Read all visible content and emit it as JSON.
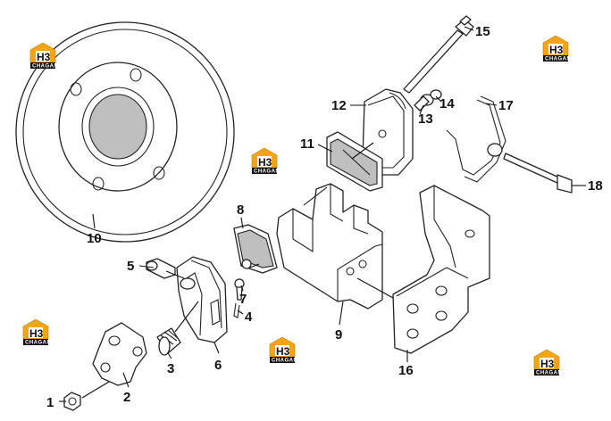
{
  "watermark": {
    "brand": "H3",
    "text": "CHAGAN",
    "accent": "#f2a516"
  },
  "callouts": [
    {
      "id": "1",
      "label": "1"
    },
    {
      "id": "2",
      "label": "2"
    },
    {
      "id": "3",
      "label": "3"
    },
    {
      "id": "4",
      "label": "4"
    },
    {
      "id": "5",
      "label": "5"
    },
    {
      "id": "6",
      "label": "6"
    },
    {
      "id": "7",
      "label": "7"
    },
    {
      "id": "8",
      "label": "8"
    },
    {
      "id": "9",
      "label": "9"
    },
    {
      "id": "10",
      "label": "10"
    },
    {
      "id": "11",
      "label": "11"
    },
    {
      "id": "12",
      "label": "12"
    },
    {
      "id": "13",
      "label": "13"
    },
    {
      "id": "14",
      "label": "14"
    },
    {
      "id": "15",
      "label": "15"
    },
    {
      "id": "16",
      "label": "16"
    },
    {
      "id": "17",
      "label": "17"
    },
    {
      "id": "18",
      "label": "18"
    }
  ]
}
